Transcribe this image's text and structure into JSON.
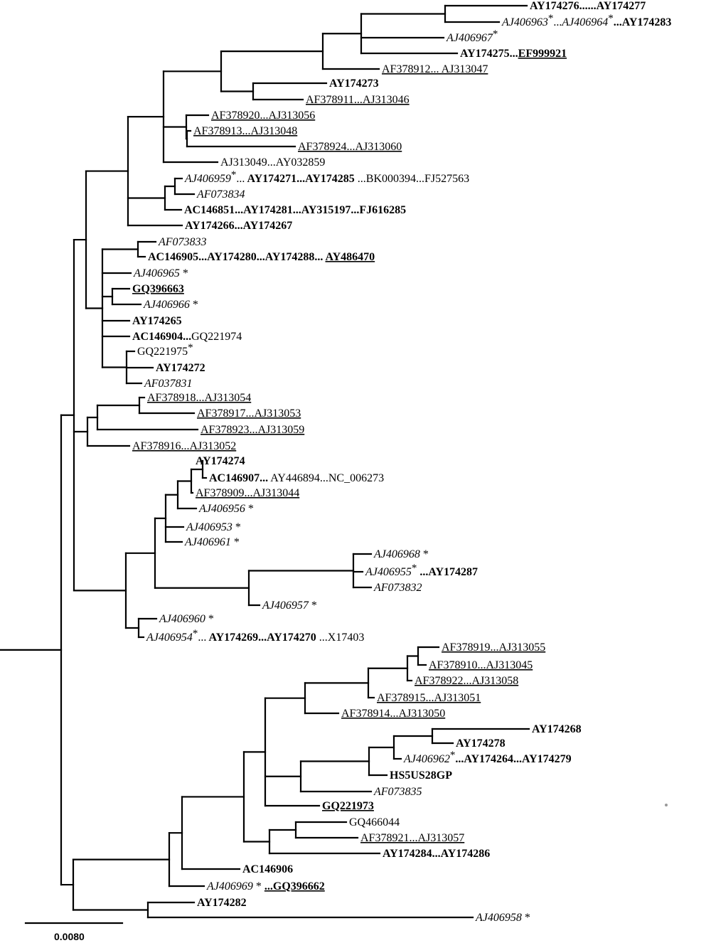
{
  "scale_bar": {
    "label": "0.0080"
  },
  "leaves": [
    {
      "id": "L1",
      "segments": [
        {
          "t": "AY174276......AY174277",
          "b": true
        }
      ]
    },
    {
      "id": "L2",
      "segments": [
        {
          "t": "AJ406963",
          "i": true
        },
        {
          "t": "*",
          "sup": true
        },
        {
          "t": "..."
        },
        {
          "t": "AJ406964",
          "i": true
        },
        {
          "t": "*",
          "sup": true
        },
        {
          "t": "...AY174283",
          "b": true
        }
      ]
    },
    {
      "id": "L3",
      "segments": [
        {
          "t": "AJ406967",
          "i": true
        },
        {
          "t": "*",
          "sup": true
        }
      ]
    },
    {
      "id": "L4",
      "segments": [
        {
          "t": "AY174275...",
          "b": true
        },
        {
          "t": "EF999921",
          "b": true,
          "u": true
        }
      ]
    },
    {
      "id": "L5",
      "segments": [
        {
          "t": "AF378912...  AJ313047",
          "u": true
        }
      ]
    },
    {
      "id": "L6",
      "segments": [
        {
          "t": "AY174273",
          "b": true
        }
      ]
    },
    {
      "id": "L7",
      "segments": [
        {
          "t": "AF378911...AJ313046",
          "u": true
        }
      ]
    },
    {
      "id": "L8",
      "segments": [
        {
          "t": "AF378920...AJ313056",
          "u": true
        }
      ]
    },
    {
      "id": "L9",
      "segments": [
        {
          "t": "AF378913...AJ313048",
          "u": true
        }
      ]
    },
    {
      "id": "L10",
      "segments": [
        {
          "t": "AF378924...AJ313060",
          "u": true
        }
      ]
    },
    {
      "id": "L11",
      "segments": [
        {
          "t": "AJ313049...AY032859"
        }
      ]
    },
    {
      "id": "L12",
      "segments": [
        {
          "t": "AJ406959",
          "i": true
        },
        {
          "t": "*",
          "sup": true
        },
        {
          "t": "..."
        },
        {
          "t": " AY174271...AY174285",
          "b": true
        },
        {
          "t": " ...BK000394...FJ527563"
        }
      ]
    },
    {
      "id": "L13",
      "segments": [
        {
          "t": "AF073834",
          "i": true
        }
      ]
    },
    {
      "id": "L14",
      "segments": [
        {
          "t": "AC146851...AY174281...AY315197...FJ616285",
          "b": true
        }
      ]
    },
    {
      "id": "L15",
      "segments": [
        {
          "t": "AY174266...AY174267",
          "b": true
        }
      ]
    },
    {
      "id": "L16",
      "segments": [
        {
          "t": "AF073833",
          "i": true
        }
      ]
    },
    {
      "id": "L17",
      "segments": [
        {
          "t": "AC146905...AY174280...AY174288... ",
          "b": true
        },
        {
          "t": "AY486470",
          "b": true,
          "u": true
        }
      ]
    },
    {
      "id": "L18",
      "segments": [
        {
          "t": "AJ406965",
          "i": true
        },
        {
          "t": " *"
        }
      ]
    },
    {
      "id": "L19",
      "segments": [
        {
          "t": "GQ396663",
          "b": true,
          "u": true
        }
      ]
    },
    {
      "id": "L20",
      "segments": [
        {
          "t": "AJ406966",
          "i": true
        },
        {
          "t": " *"
        }
      ]
    },
    {
      "id": "L21",
      "segments": [
        {
          "t": "AY174265",
          "b": true
        }
      ]
    },
    {
      "id": "L22",
      "segments": [
        {
          "t": "AC146904...",
          "b": true
        },
        {
          "t": "GQ221974"
        }
      ]
    },
    {
      "id": "L23",
      "segments": [
        {
          "t": "GQ221975"
        },
        {
          "t": "*",
          "sup": true
        }
      ]
    },
    {
      "id": "L24",
      "segments": [
        {
          "t": "AY174272",
          "b": true
        }
      ]
    },
    {
      "id": "L25",
      "segments": [
        {
          "t": "AF037831",
          "i": true
        }
      ]
    },
    {
      "id": "L26",
      "segments": [
        {
          "t": "AF378918...AJ313054",
          "u": true
        }
      ]
    },
    {
      "id": "L27",
      "segments": [
        {
          "t": "AF378917...AJ313053",
          "u": true
        }
      ]
    },
    {
      "id": "L28",
      "segments": [
        {
          "t": "AF378923...AJ313059",
          "u": true
        }
      ]
    },
    {
      "id": "L29",
      "segments": [
        {
          "t": "AF378916...AJ313052",
          "u": true
        }
      ]
    },
    {
      "id": "L30",
      "segments": [
        {
          "t": "AY174274",
          "b": true
        }
      ]
    },
    {
      "id": "L31",
      "segments": [
        {
          "t": "AC146907...",
          "b": true
        },
        {
          "t": "  AY446894...NC_006273"
        }
      ]
    },
    {
      "id": "L32",
      "segments": [
        {
          "t": "AF378909...AJ313044",
          "u": true
        }
      ]
    },
    {
      "id": "L33",
      "segments": [
        {
          "t": "AJ406956",
          "i": true
        },
        {
          "t": " *"
        }
      ]
    },
    {
      "id": "L34",
      "segments": [
        {
          "t": "AJ406953",
          "i": true
        },
        {
          "t": " *"
        }
      ]
    },
    {
      "id": "L35",
      "segments": [
        {
          "t": "AJ406961",
          "i": true
        },
        {
          "t": " *"
        }
      ]
    },
    {
      "id": "L36",
      "segments": [
        {
          "t": "AJ406968",
          "i": true
        },
        {
          "t": " *"
        }
      ]
    },
    {
      "id": "L37",
      "segments": [
        {
          "t": "AJ406955",
          "i": true
        },
        {
          "t": "*",
          "sup": true
        },
        {
          "t": " ...AY174287",
          "b": true
        }
      ]
    },
    {
      "id": "L38",
      "segments": [
        {
          "t": "AF073832",
          "i": true
        }
      ]
    },
    {
      "id": "L39",
      "segments": [
        {
          "t": "AJ406957",
          "i": true
        },
        {
          "t": "  *"
        }
      ]
    },
    {
      "id": "L40",
      "segments": [
        {
          "t": "AJ406960",
          "i": true
        },
        {
          "t": " *"
        }
      ]
    },
    {
      "id": "L41",
      "segments": [
        {
          "t": "AJ406954",
          "i": true
        },
        {
          "t": "*",
          "sup": true
        },
        {
          "t": "..."
        },
        {
          "t": "  AY174269...AY174270",
          "b": true
        },
        {
          "t": "  ...X17403"
        }
      ]
    },
    {
      "id": "L42",
      "segments": [
        {
          "t": "AF378919...AJ313055",
          "u": true
        }
      ]
    },
    {
      "id": "L43",
      "segments": [
        {
          "t": "AF378910...AJ313045",
          "u": true
        }
      ]
    },
    {
      "id": "L44",
      "segments": [
        {
          "t": "AF378922...AJ313058",
          "u": true
        }
      ]
    },
    {
      "id": "L45",
      "segments": [
        {
          "t": "AF378915...AJ313051",
          "u": true
        }
      ]
    },
    {
      "id": "L46",
      "segments": [
        {
          "t": "AF378914...AJ313050",
          "u": true
        }
      ]
    },
    {
      "id": "L47",
      "segments": [
        {
          "t": "AY174268",
          "b": true
        }
      ]
    },
    {
      "id": "L48",
      "segments": [
        {
          "t": "AY174278",
          "b": true
        }
      ]
    },
    {
      "id": "L49",
      "segments": [
        {
          "t": "AJ406962",
          "i": true
        },
        {
          "t": "*",
          "sup": true
        },
        {
          "t": "...AY174264...AY174279",
          "b": true
        }
      ]
    },
    {
      "id": "L50",
      "segments": [
        {
          "t": "HS5US28GP",
          "b": true
        }
      ]
    },
    {
      "id": "L51",
      "segments": [
        {
          "t": "AF073835",
          "i": true
        }
      ]
    },
    {
      "id": "L52",
      "segments": [
        {
          "t": "GQ221973",
          "b": true,
          "u": true
        }
      ]
    },
    {
      "id": "L53",
      "segments": [
        {
          "t": "GQ466044"
        }
      ]
    },
    {
      "id": "L54",
      "segments": [
        {
          "t": "AF378921...AJ313057",
          "u": true
        }
      ]
    },
    {
      "id": "L55",
      "segments": [
        {
          "t": "AY174284...AY174286",
          "b": true
        }
      ]
    },
    {
      "id": "L56",
      "segments": [
        {
          "t": "AC146906",
          "b": true
        }
      ]
    },
    {
      "id": "L57",
      "segments": [
        {
          "t": "AJ406969",
          "i": true
        },
        {
          "t": " * "
        },
        {
          "t": "...GQ396662",
          "b": true,
          "u": true
        }
      ]
    },
    {
      "id": "L58",
      "segments": [
        {
          "t": "AY174282",
          "b": true
        }
      ]
    },
    {
      "id": "L59",
      "segments": [
        {
          "t": "AJ406958",
          "i": true
        },
        {
          "t": "  *"
        }
      ]
    }
  ]
}
